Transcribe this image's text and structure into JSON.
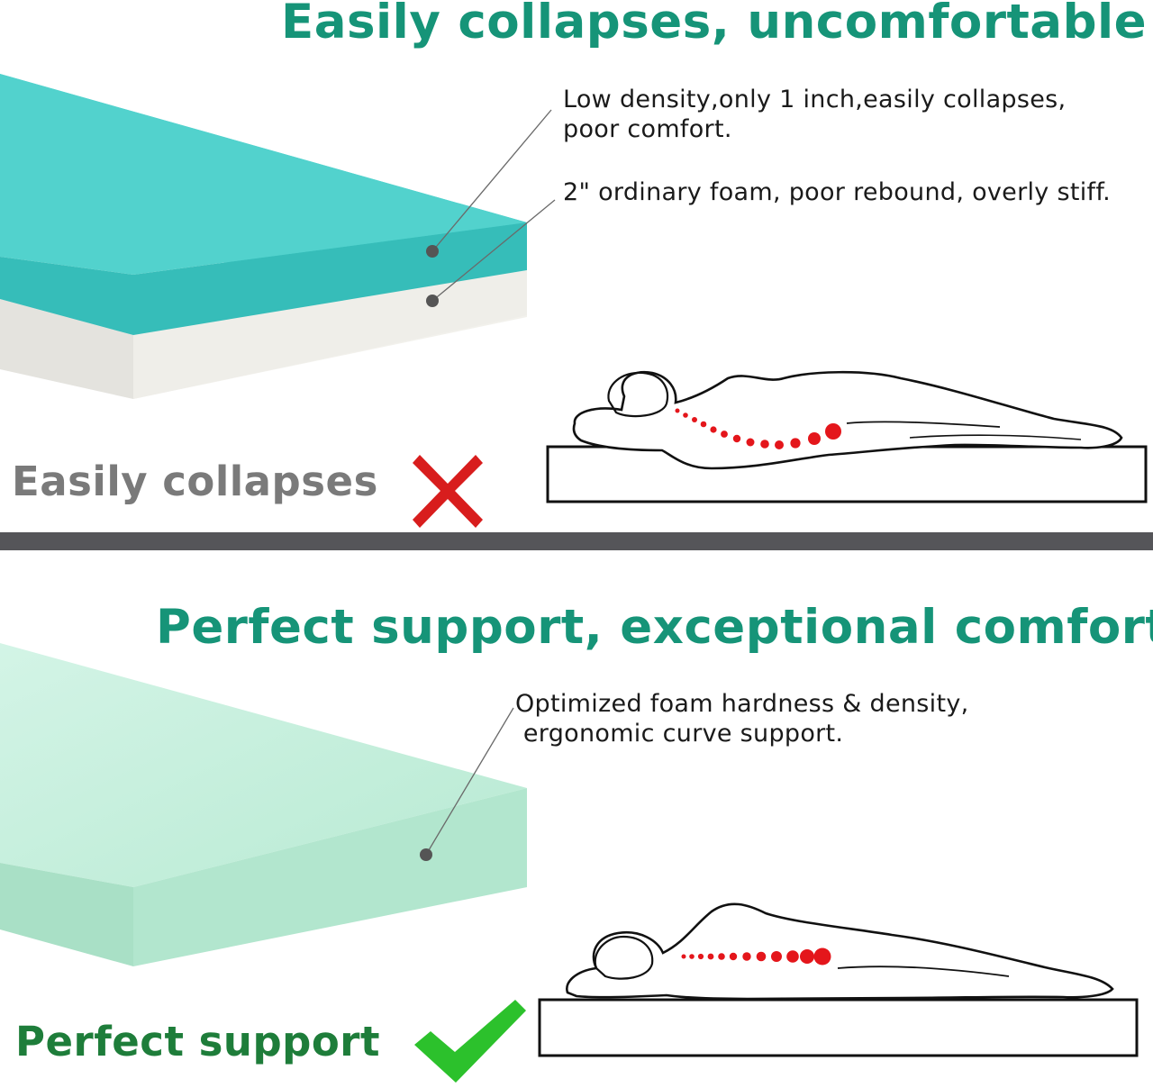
{
  "top": {
    "headline": "Easily collapses, uncomfortable",
    "callout_1": [
      "Low density,only 1 inch,easily collapses,",
      "poor comfort."
    ],
    "callout_2": "2\" ordinary foam, poor rebound, overly stiff.",
    "caption": "Easily collapses",
    "verdict_icon": "red-x-icon"
  },
  "bottom": {
    "headline": "Perfect support, exceptional comfort",
    "callout_1": [
      "Optimized foam hardness & density,",
      " ergonomic curve support."
    ],
    "caption": "Perfect support",
    "verdict_icon": "green-check-icon"
  },
  "colors": {
    "headline_green": "#169478",
    "caption_gray": "#7a7a7a",
    "caption_green": "#1e7d3a",
    "divider": "#555559",
    "teal_foam": "#3fc9c6",
    "white_foam": "#eeeeea",
    "mint_foam": "#b5e8d3",
    "spine_red": "#e4161b",
    "x_red": "#d81d1d",
    "check_green": "#2cc12c"
  }
}
